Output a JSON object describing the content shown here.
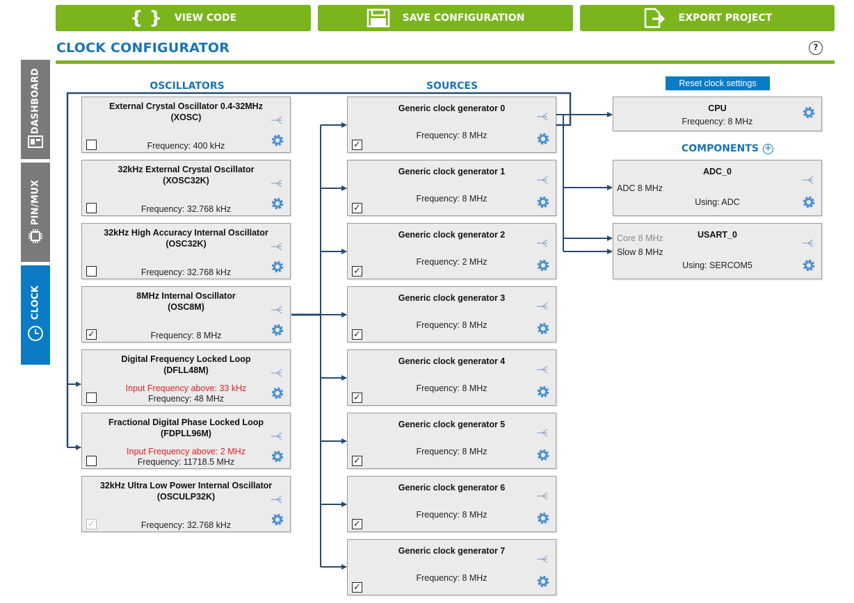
{
  "toolbar": {
    "view_code": "VIEW CODE",
    "view_code_icon": "{ }",
    "save": "SAVE CONFIGURATION",
    "export": "EXPORT PROJECT"
  },
  "header": {
    "title": "CLOCK CONFIGURATOR",
    "help": "?"
  },
  "side_tabs": [
    {
      "label": "DASHBOARD",
      "icon": "dashboard-icon"
    },
    {
      "label": "PIN/MUX",
      "icon": "chip-icon"
    },
    {
      "label": "CLOCK",
      "icon": "clock-icon"
    }
  ],
  "columns": {
    "oscillators": "OSCILLATORS",
    "sources": "SOURCES",
    "components": "COMPONENTS"
  },
  "reset_label": "Reset clock settings",
  "oscillators": [
    {
      "title": "External Crystal Oscillator 0.4-32MHz",
      "subtitle": "(XOSC)",
      "warning": "",
      "frequency": "Frequency: 400 kHz",
      "checked": ""
    },
    {
      "title": "32kHz External Crystal Oscillator",
      "subtitle": "(XOSC32K)",
      "warning": "",
      "frequency": "Frequency: 32.768 kHz",
      "checked": ""
    },
    {
      "title": "32kHz High Accuracy Internal Oscillator",
      "subtitle": "(OSC32K)",
      "warning": "",
      "frequency": "Frequency: 32.768 kHz",
      "checked": ""
    },
    {
      "title": "8MHz Internal Oscillator",
      "subtitle": "(OSC8M)",
      "warning": "",
      "frequency": "Frequency: 8 MHz",
      "checked": "✓"
    },
    {
      "title": "Digital Frequency Locked Loop",
      "subtitle": "(DFLL48M)",
      "warning": "Input Frequency above: 33 kHz",
      "frequency": "Frequency: 48 MHz",
      "checked": ""
    },
    {
      "title": "Fractional Digital Phase Locked Loop",
      "subtitle": "(FDPLL96M)",
      "warning": "Input Frequency above: 2 MHz",
      "frequency": "Frequency: 11718.5 MHz",
      "checked": ""
    },
    {
      "title": "32kHz Ultra Low Power Internal Oscillator",
      "subtitle": "(OSCULP32K)",
      "warning": "",
      "frequency": "Frequency: 32.768 kHz",
      "checked": "✓"
    }
  ],
  "sources": [
    {
      "title": "Generic clock generator 0",
      "frequency": "Frequency: 8 MHz",
      "checked": "✓"
    },
    {
      "title": "Generic clock generator 1",
      "frequency": "Frequency: 8 MHz",
      "checked": "✓"
    },
    {
      "title": "Generic clock generator 2",
      "frequency": "Frequency: 2 MHz",
      "checked": "✓"
    },
    {
      "title": "Generic clock generator 3",
      "frequency": "Frequency: 8 MHz",
      "checked": "✓"
    },
    {
      "title": "Generic clock generator 4",
      "frequency": "Frequency: 8 MHz",
      "checked": "✓"
    },
    {
      "title": "Generic clock generator 5",
      "frequency": "Frequency: 8 MHz",
      "checked": "✓"
    },
    {
      "title": "Generic clock generator 6",
      "frequency": "Frequency: 8 MHz",
      "checked": "✓"
    },
    {
      "title": "Generic clock generator 7",
      "frequency": "Frequency: 8 MHz",
      "checked": "✓"
    }
  ],
  "cpu": {
    "title": "CPU",
    "frequency": "Frequency: 8 MHz"
  },
  "components": [
    {
      "title": "ADC_0",
      "input1": "ADC 8 MHz",
      "input2": "",
      "using": "Using: ADC"
    },
    {
      "title": "USART_0",
      "input1": "Core 8 MHz",
      "input2": "Slow 8 MHz",
      "using": "Using: SERCOM5"
    }
  ],
  "colors": {
    "accent_green": "#7ab51e",
    "accent_blue": "#1874b8",
    "active_tab": "#0a7bc4",
    "wire": "#274a6e",
    "warning": "#e02020"
  }
}
